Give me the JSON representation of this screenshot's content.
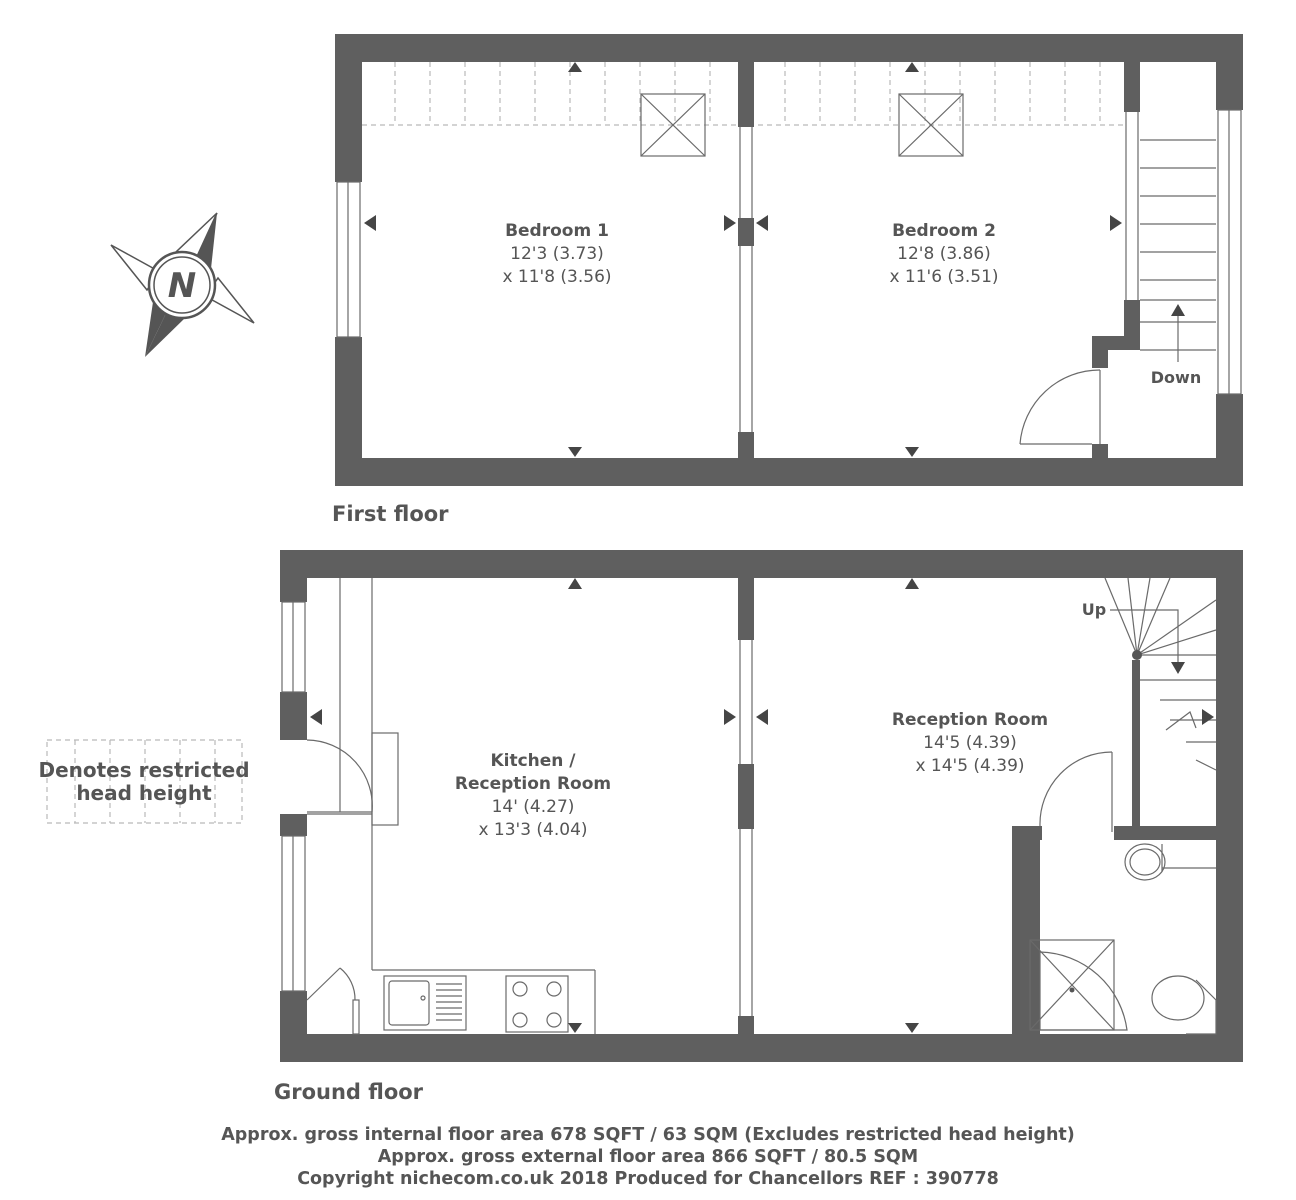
{
  "compass": {
    "letter": "N",
    "icon": "compass-north-icon"
  },
  "legend": {
    "line1": "Denotes restricted",
    "line2": "head height"
  },
  "first_floor": {
    "label": "First floor",
    "stairs_label": "Down",
    "rooms": [
      {
        "name": "Bedroom 1",
        "dim1": "12'3 (3.73)",
        "dim2": "x 11'8 (3.56)"
      },
      {
        "name": "Bedroom 2",
        "dim1": "12'8 (3.86)",
        "dim2": "x 11'6 (3.51)"
      }
    ]
  },
  "ground_floor": {
    "label": "Ground floor",
    "stairs_label": "Up",
    "rooms": [
      {
        "name_line1": "Kitchen /",
        "name_line2": "Reception Room",
        "dim1": "14' (4.27)",
        "dim2": "x 13'3 (4.04)"
      },
      {
        "name": "Reception Room",
        "dim1": "14'5 (4.39)",
        "dim2": "x 14'5 (4.39)"
      }
    ]
  },
  "footer": {
    "line1": "Approx. gross internal floor area 678 SQFT / 63 SQM (Excludes restricted head height)",
    "line2": "Approx. gross external floor area 866 SQFT / 80.5 SQM",
    "line3": "Copyright nichecom.co.uk 2018 Produced for Chancellors REF : 390778"
  },
  "colors": {
    "wall": "#5f5f5f",
    "text": "#555555",
    "dashed": "#b9b9b9"
  }
}
